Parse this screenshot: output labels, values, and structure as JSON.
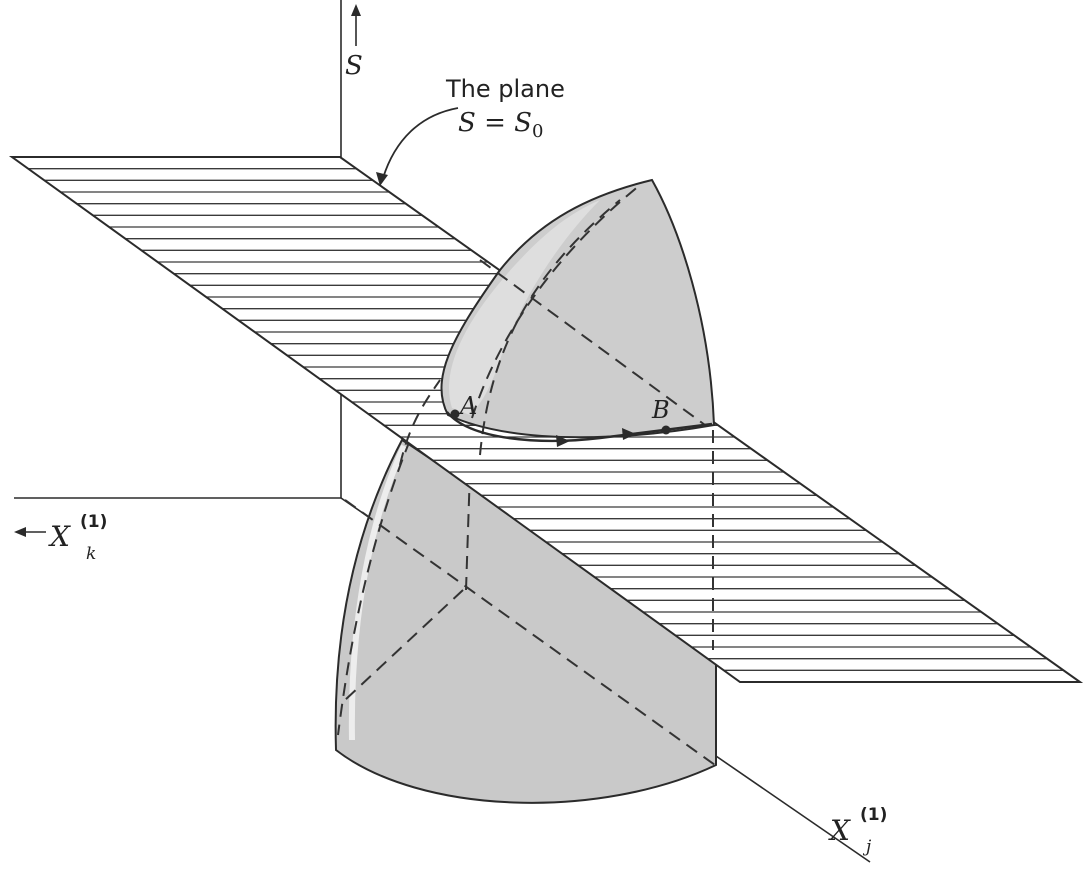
{
  "labels": {
    "axis_s": "S",
    "plane_line1": "The plane",
    "plane_line2": "S = S",
    "plane_line2_sub": "0",
    "point_a": "A",
    "point_b": "B",
    "axis_k_base": "X",
    "axis_k_sup": "(1)",
    "axis_k_sub": "k",
    "axis_j_base": "X",
    "axis_j_sup": "(1)",
    "axis_j_sub": "j"
  },
  "colors": {
    "surface_fill": "#cfcfcf",
    "surface_fill_light": "#e2e2e2",
    "ink": "#2b2b2b",
    "background": "#ffffff"
  },
  "plane_hatch_count": 45
}
